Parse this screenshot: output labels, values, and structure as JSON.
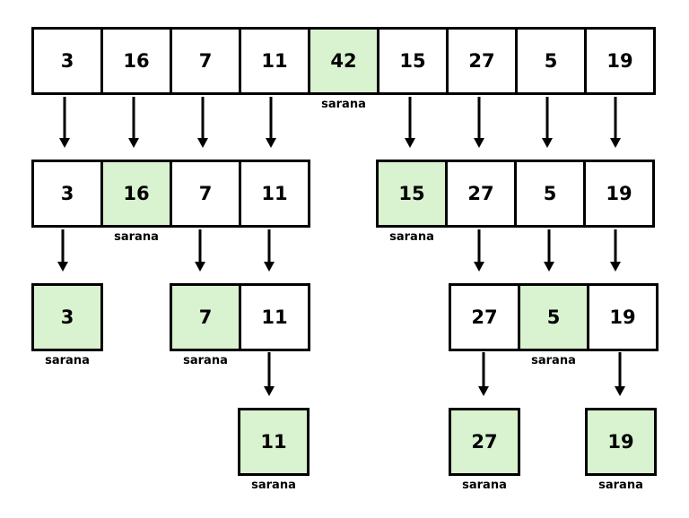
{
  "pivot_caption": "sarana",
  "pivot_color": "#d9f2d0",
  "rows": [
    [
      {
        "values": [
          "3",
          "16",
          "7",
          "11",
          "42",
          "15",
          "27",
          "5",
          "19"
        ],
        "pivot": 4
      }
    ],
    [
      {
        "values": [
          "3",
          "16",
          "7",
          "11"
        ],
        "pivot": 1
      },
      {
        "values": [
          "15",
          "27",
          "5",
          "19"
        ],
        "pivot": 0
      }
    ],
    [
      {
        "values": [
          "3"
        ],
        "pivot": 0
      },
      {
        "values": [
          "7",
          "11"
        ],
        "pivot": 0
      },
      {
        "values": [
          "27",
          "5",
          "19"
        ],
        "pivot": 1
      }
    ],
    [
      {
        "values": [
          "11"
        ],
        "pivot": 0
      },
      {
        "values": [
          "27"
        ],
        "pivot": 0
      },
      {
        "values": [
          "19"
        ],
        "pivot": 0
      }
    ]
  ]
}
